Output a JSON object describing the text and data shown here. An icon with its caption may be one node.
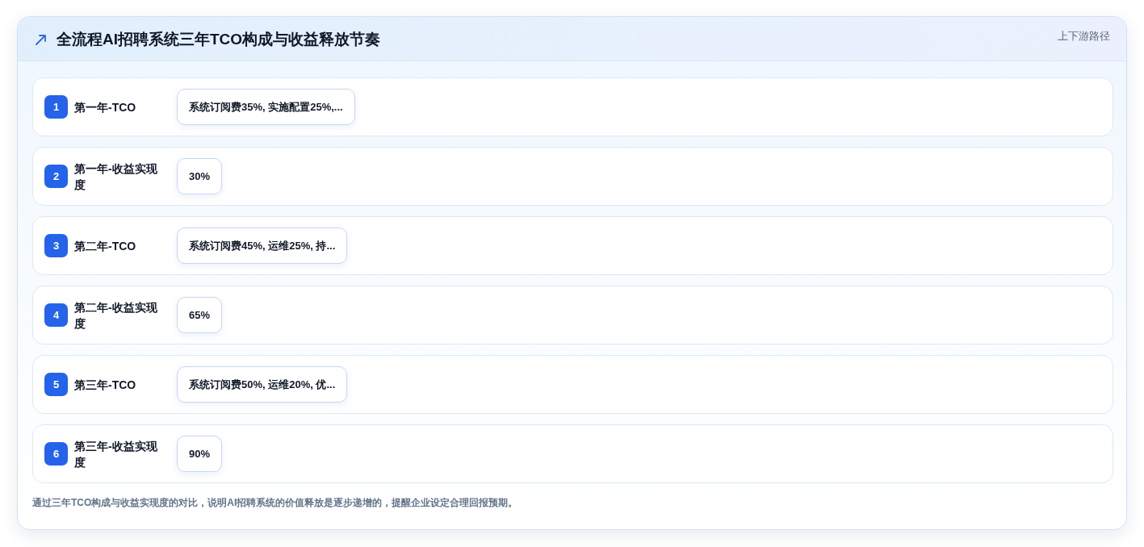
{
  "diagram": {
    "title": "全流程AI招聘系统三年TCO构成与收益释放节奏",
    "caption": "通过三年TCO构成与收益实现度的对比，说明AI招聘系统的价值释放是逐步递增的，提醒企业设定合理回报预期。",
    "nodes": [
      {
        "text": [
          "第一年-TCO"
        ]
      },
      {
        "text": [
          "1"
        ],
        "in": 0
      },
      {
        "text": [
          "系统订阅费35%, 实施配置25%,..."
        ],
        "in": 0
      },
      {
        "text": [
          "第一年-收益实现度"
        ]
      },
      {
        "text": [
          "2"
        ],
        "in": 3
      },
      {
        "text": [
          "30%"
        ],
        "in": 3
      },
      {
        "text": [
          "第二年-TCO"
        ]
      },
      {
        "text": [
          "3"
        ],
        "in": 6
      },
      {
        "text": [
          "系统订阅费45%, 运维25%, 持..."
        ],
        "in": 6
      },
      {
        "text": [
          "第二年-收益实现度"
        ]
      },
      {
        "text": [
          "4"
        ],
        "in": 9
      },
      {
        "text": [
          "65%"
        ],
        "in": 9
      },
      {
        "text": [
          "第三年-TCO"
        ]
      },
      {
        "text": [
          "5"
        ],
        "in": 12
      },
      {
        "text": [
          "系统订阅费50%, 运维20%, 优..."
        ],
        "in": 12
      },
      {
        "text": [
          "第三年-收益实现度"
        ]
      },
      {
        "text": [
          "6"
        ],
        "in": 15
      },
      {
        "text": [
          "90%"
        ],
        "in": 15
      }
    ],
    "labels": [
      "上下游路径"
    ]
  }
}
